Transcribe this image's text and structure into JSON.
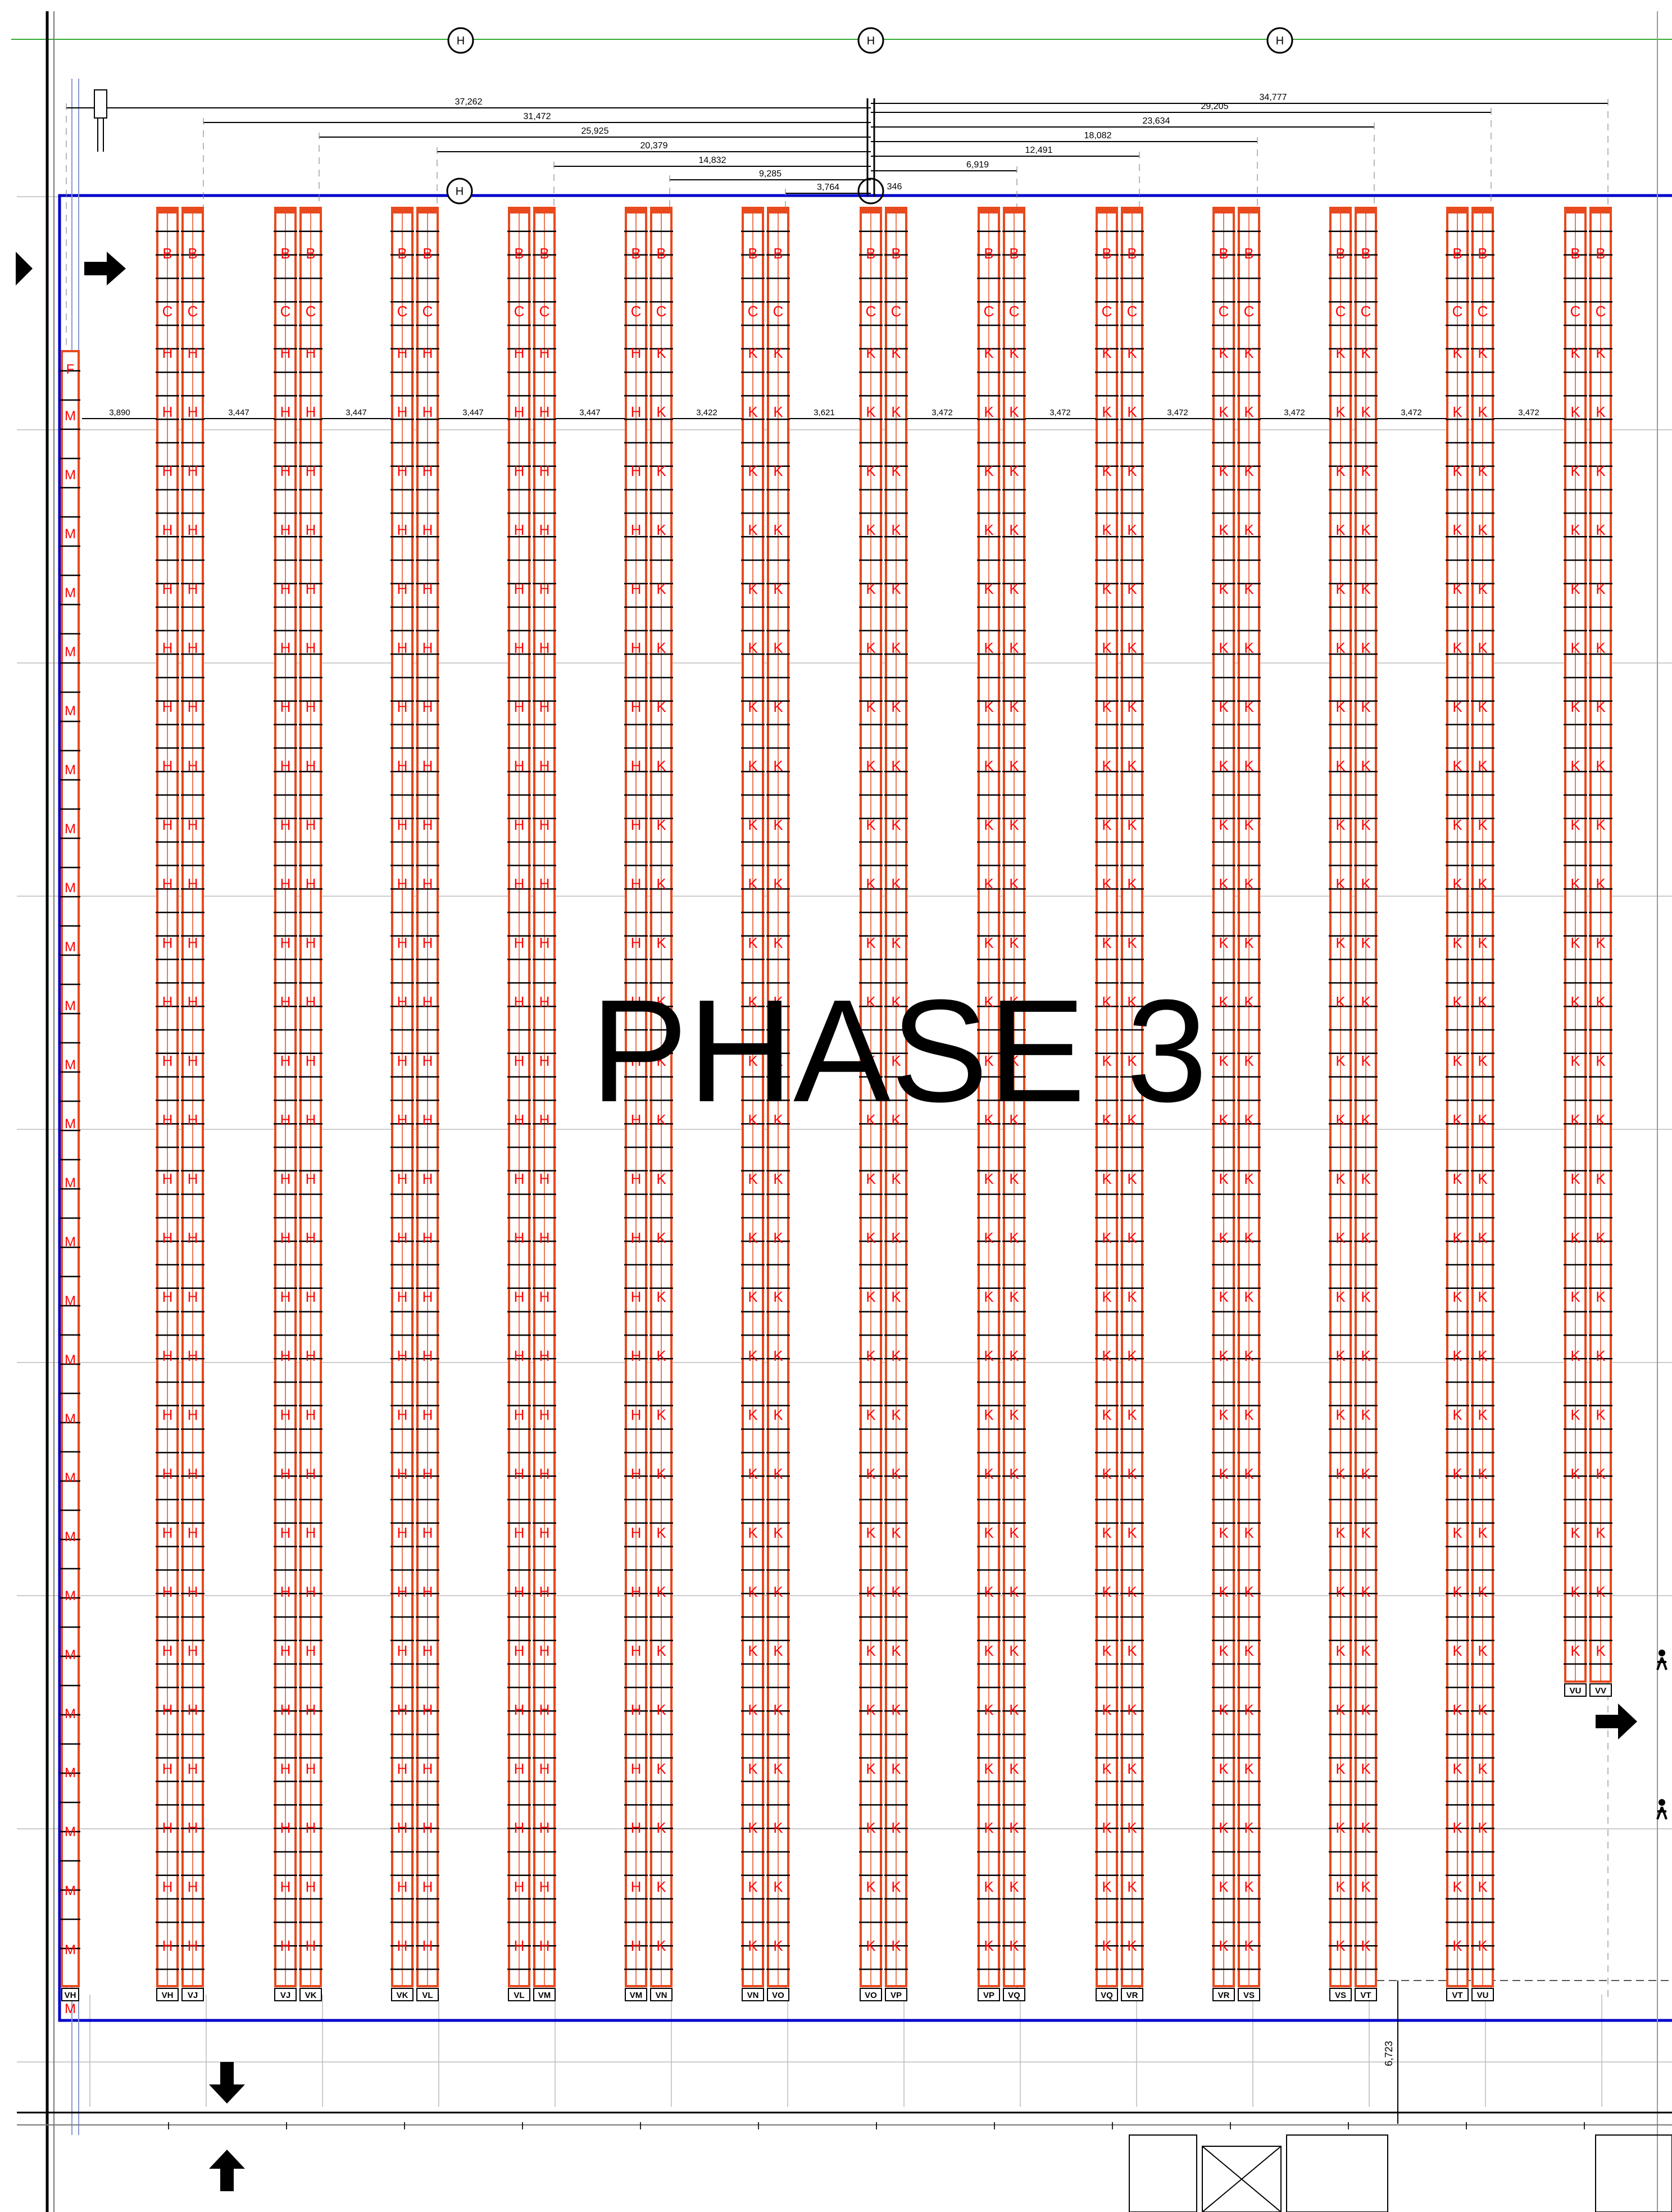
{
  "plan": {
    "title": "PHASE 3",
    "colors": {
      "wall": "#0000cc",
      "rack": "#e84a1e",
      "label": "#ff0000",
      "dim": "#000000",
      "grid": "#bbbbbb",
      "guide": "#33aa33"
    },
    "grid_markers": [
      "H",
      "H",
      "H",
      "H"
    ],
    "top_dimensions": [
      "37,262",
      "31,472",
      "25,925",
      "20,379",
      "14,832",
      "9,285",
      "3,764",
      "346",
      "6,919",
      "12,491",
      "18,082",
      "23,634",
      "29,205",
      "34,777"
    ],
    "aisle_dimensions": [
      "3,890",
      "3,447",
      "3,447",
      "3,447",
      "3,447",
      "3,422",
      "3,621",
      "3,472",
      "3,472",
      "3,472",
      "3,472",
      "3,472",
      "3,472"
    ],
    "side_dimension": "6,723",
    "wall_rack": {
      "top_label": "F",
      "row_label": "M",
      "tag": "VH"
    },
    "racks": [
      {
        "top": [
          "B",
          "B"
        ],
        "second": [
          "C",
          "C"
        ],
        "rows": [
          "H",
          "H"
        ],
        "tags": [
          "VH",
          "VJ"
        ]
      },
      {
        "top": [
          "B",
          "B"
        ],
        "second": [
          "C",
          "C"
        ],
        "rows": [
          "H",
          "H"
        ],
        "tags": [
          "VJ",
          "VK"
        ]
      },
      {
        "top": [
          "B",
          "B"
        ],
        "second": [
          "C",
          "C"
        ],
        "rows": [
          "H",
          "H"
        ],
        "tags": [
          "VK",
          "VL"
        ]
      },
      {
        "top": [
          "B",
          "B"
        ],
        "second": [
          "C",
          "C"
        ],
        "rows": [
          "H",
          "H"
        ],
        "tags": [
          "VL",
          "VM"
        ]
      },
      {
        "top": [
          "B",
          "B"
        ],
        "second": [
          "C",
          "C"
        ],
        "rows": [
          "H",
          "K"
        ],
        "tags": [
          "VM",
          "VN"
        ]
      },
      {
        "top": [
          "B",
          "B"
        ],
        "second": [
          "C",
          "C"
        ],
        "rows": [
          "K",
          "K"
        ],
        "tags": [
          "VN",
          "VO"
        ]
      },
      {
        "top": [
          "B",
          "B"
        ],
        "second": [
          "C",
          "C"
        ],
        "rows": [
          "K",
          "K"
        ],
        "tags": [
          "VO",
          "VP"
        ]
      },
      {
        "top": [
          "B",
          "B"
        ],
        "second": [
          "C",
          "C"
        ],
        "rows": [
          "K",
          "K"
        ],
        "tags": [
          "VP",
          "VQ"
        ]
      },
      {
        "top": [
          "B",
          "B"
        ],
        "second": [
          "C",
          "C"
        ],
        "rows": [
          "K",
          "K"
        ],
        "tags": [
          "VQ",
          "VR"
        ]
      },
      {
        "top": [
          "B",
          "B"
        ],
        "second": [
          "C",
          "C"
        ],
        "rows": [
          "K",
          "K"
        ],
        "tags": [
          "VR",
          "VS"
        ]
      },
      {
        "top": [
          "B",
          "B"
        ],
        "second": [
          "C",
          "C"
        ],
        "rows": [
          "K",
          "K"
        ],
        "tags": [
          "VS",
          "VT"
        ]
      },
      {
        "top": [
          "B",
          "B"
        ],
        "second": [
          "C",
          "C"
        ],
        "rows": [
          "K",
          "K"
        ],
        "tags": [
          "VT",
          "VU"
        ]
      },
      {
        "top": [
          "B",
          "B"
        ],
        "second": [
          "C",
          "C"
        ],
        "rows": [
          "K",
          "K"
        ],
        "tags": [
          "VU",
          "VV"
        ]
      }
    ]
  }
}
